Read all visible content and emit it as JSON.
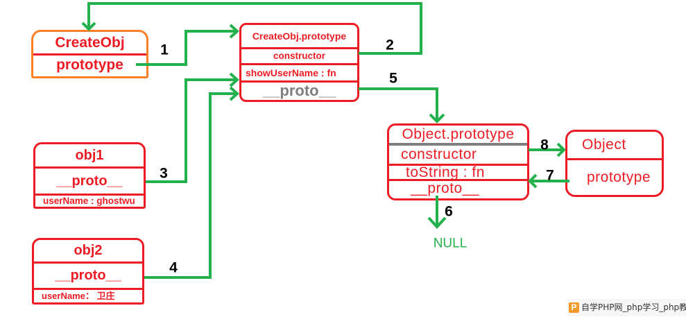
{
  "diagram": {
    "create_obj": {
      "title": "CreateObj",
      "prototype": "prototype"
    },
    "create_obj_prototype": {
      "title": "CreateObj.prototype",
      "constructor": "constructor",
      "show_user_name": "showUserName : fn",
      "proto": "__proto__"
    },
    "obj1": {
      "title": "obj1",
      "proto": "__proto__",
      "user_name": "userName : ghostwu"
    },
    "obj2": {
      "title": "obj2",
      "proto": "__proto__",
      "user_name": "userName： 卫庄"
    },
    "object_prototype": {
      "title": "Object.prototype",
      "constructor": "constructor",
      "to_string": "toString : fn",
      "proto": "__proto__"
    },
    "object": {
      "title": "Object",
      "prototype": "prototype"
    },
    "arrow_labels": [
      "1",
      "2",
      "3",
      "4",
      "5",
      "6",
      "7",
      "8"
    ],
    "null_label": "NULL"
  },
  "watermark": {
    "icon": "php-logo-icon",
    "icon_letter": "P",
    "text": "自学PHP网_php学习_php教"
  },
  "colors": {
    "box_border": "#ed1c24",
    "create_obj_border": "#ff7f27",
    "arrow": "#22b14c",
    "proto_text": "#7f7f7f",
    "label_text": "#000000"
  }
}
